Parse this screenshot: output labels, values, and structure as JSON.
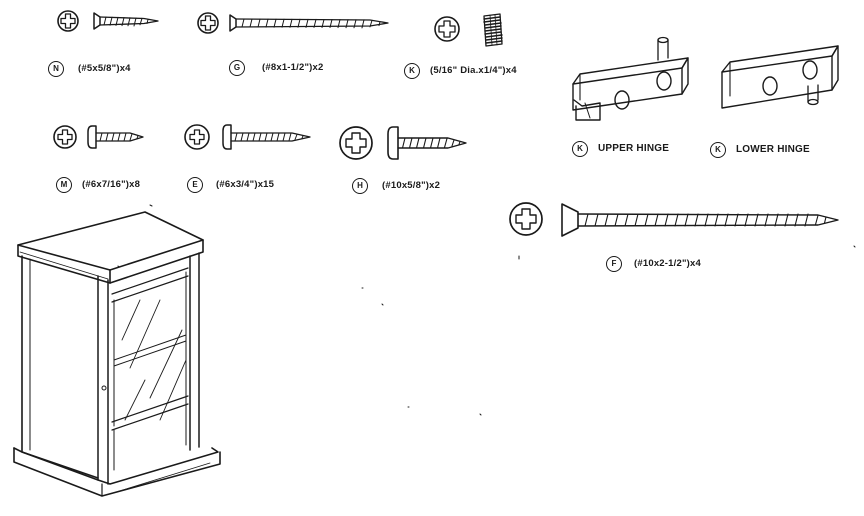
{
  "parts": [
    {
      "letter": "N",
      "spec": "(#5x5/8\")x4"
    },
    {
      "letter": "G",
      "spec": "(#8x1-1/2\")x2"
    },
    {
      "letter": "K",
      "spec": "(5/16\" Dia.x1/4\")x4"
    },
    {
      "letter": "M",
      "spec": "(#6x7/16\")x8"
    },
    {
      "letter": "E",
      "spec": "(#6x3/4\")x15"
    },
    {
      "letter": "H",
      "spec": "(#10x5/8\")x2"
    },
    {
      "letter": "K",
      "spec": "UPPER HINGE"
    },
    {
      "letter": "K",
      "spec": "LOWER HINGE"
    },
    {
      "letter": "F",
      "spec": "(#10x2-1/2\")x4"
    }
  ],
  "icons": [
    "phillips-head-icon",
    "flat-screw-icon",
    "pan-screw-icon",
    "threaded-insert-icon",
    "hinge-icon",
    "cabinet-illustration"
  ]
}
